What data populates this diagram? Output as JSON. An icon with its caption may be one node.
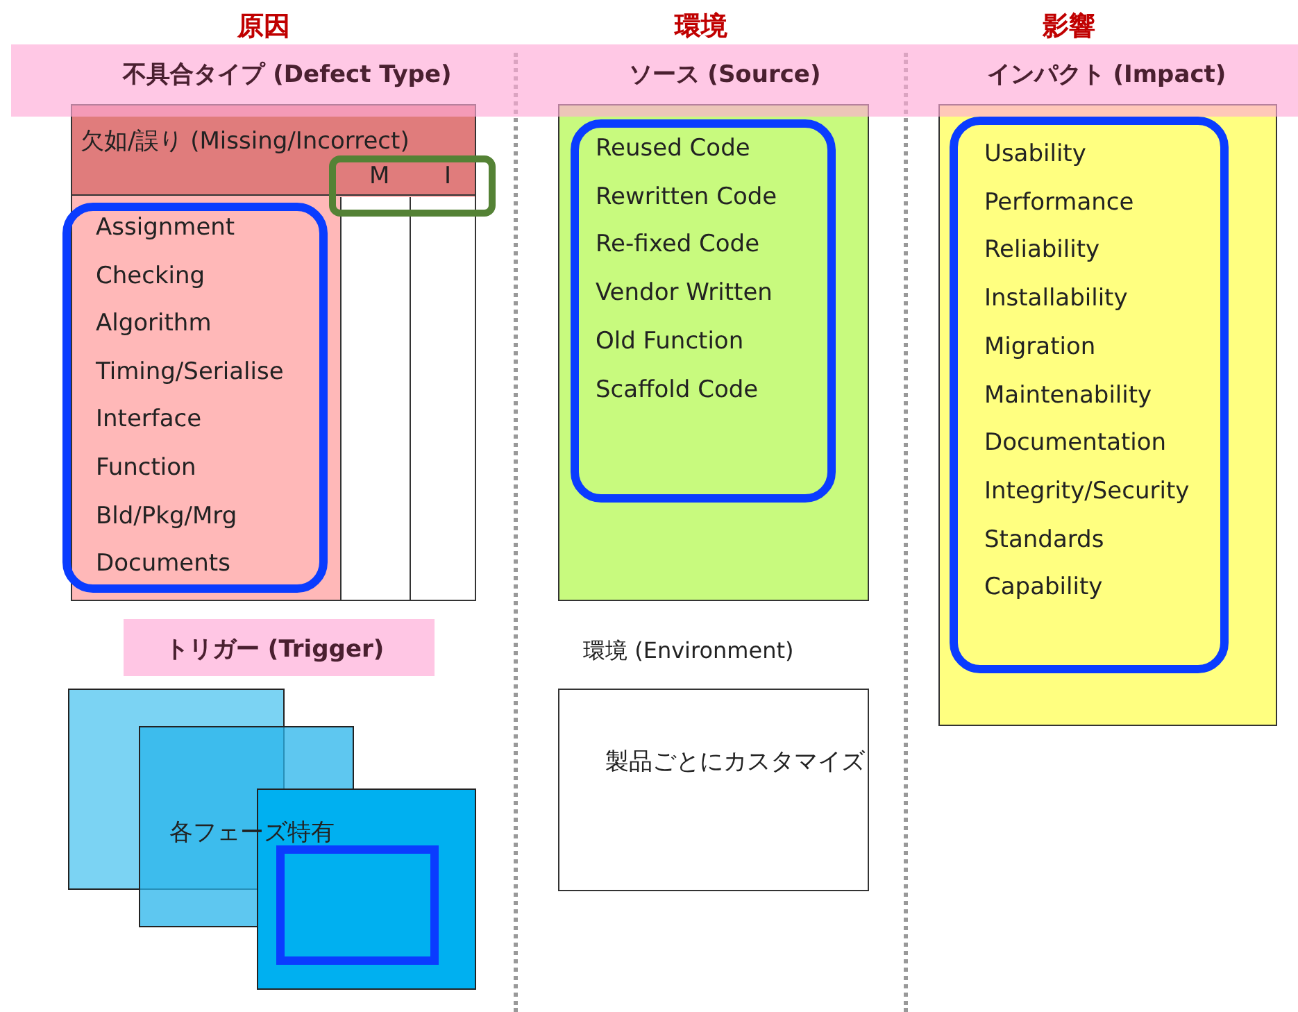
{
  "diagram": {
    "nodes": [
      {
        "text": [
          "不具合タイプ (Defect Type)",
          "ソース (Source)",
          "インパクト (Impact)"
        ]
      },
      {
        "text": [
          "欠如/誤り (Missing/Incorrect)"
        ]
      },
      {
        "text": [
          "M",
          "I"
        ]
      },
      {
        "text": [
          "Assignment",
          "Checking",
          "Algorithm",
          "Timing/Serialise",
          "Interface",
          "Function",
          "Bld/Pkg/Mrg",
          "Documents"
        ],
        "in": 1
      },
      {
        "text": [],
        "shape": "box"
      },
      {
        "text": [
          "Reused Code",
          "Rewritten Code",
          "Re-fixed Code",
          "Vendor Written",
          "Old Function",
          "Scaffold Code"
        ],
        "in": 4
      },
      {
        "text": [],
        "shape": "box"
      },
      {
        "text": [
          "Usability",
          "Performance",
          "Reliability",
          "Installability",
          "Migration",
          "Maintenability",
          "Documentation",
          "Integrity/Security",
          "Standards",
          "Capability"
        ],
        "in": 6
      },
      {
        "text": [
          "トリガー (Trigger)"
        ]
      },
      {
        "text": [],
        "shape": "box"
      },
      {
        "text": [
          "各フェーズ特有"
        ]
      },
      {
        "text": [],
        "shape": "box"
      },
      {
        "text": [],
        "shape": "box",
        "in": 11
      },
      {
        "text": [
          "環境 (Environment)",
          "製品ごとにカスタマイズ"
        ]
      }
    ],
    "edges": [],
    "labels": [
      "原因",
      "環境",
      "影響"
    ]
  }
}
